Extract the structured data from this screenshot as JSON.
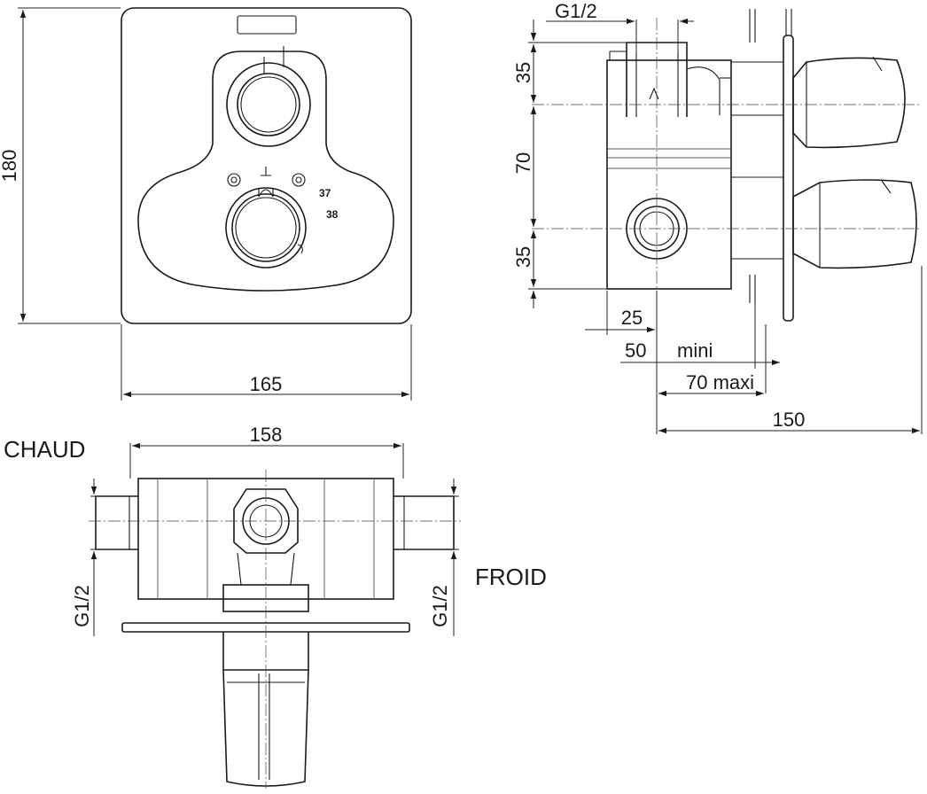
{
  "front_view": {
    "width_dim": "165",
    "height_dim": "180",
    "dial_mark_37": "37",
    "dial_mark_38": "38"
  },
  "side_view": {
    "thread_top": "G1/2",
    "dim_35_top": "35",
    "dim_70": "70",
    "dim_35_bottom": "35",
    "dim_25": "25",
    "dim_50": "50",
    "mini_label": "mini",
    "dim_70_maxi": "70 maxi",
    "dim_150": "150"
  },
  "bottom_view": {
    "width_dim": "158",
    "hot_label": "CHAUD",
    "cold_label": "FROID",
    "thread_left": "G1/2",
    "thread_right": "G1/2"
  }
}
